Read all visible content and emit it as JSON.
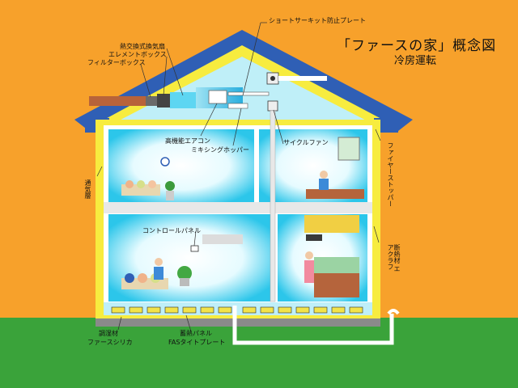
{
  "title": "「ファースの家」概念図",
  "subtitle": "冷房運転",
  "labels": {
    "short_circuit_plate": "ショートサーキット防止プレート",
    "heat_exchange_fan": "熱交換式換気扇",
    "element_box": "エレメントボックス",
    "filter_box": "フィルターボックス",
    "high_perf_aircon": "高機能エアコン",
    "mixing_hopper": "ミキシングホッパー",
    "cycle_fan": "サイクルファン",
    "fire_stopper": "ファイヤーストッパー",
    "ventilation_layer": "通気層",
    "control_panel": "コントロールパネル",
    "insulation_aircrafter": "断熱材 エアクラフ",
    "humidity_material": "調湿材",
    "fars_silica": "ファースシリカ",
    "heat_storage_panel": "蓄熱パネル",
    "fas_tight_plate": "FASタイトプレート"
  },
  "colors": {
    "background": "#f7a12b",
    "roof": "#2f5fb5",
    "insulation": "#f7ec3f",
    "interior": "#d9f6fb",
    "cool_air": "#26c5e8",
    "ground": "#3aa33a"
  }
}
